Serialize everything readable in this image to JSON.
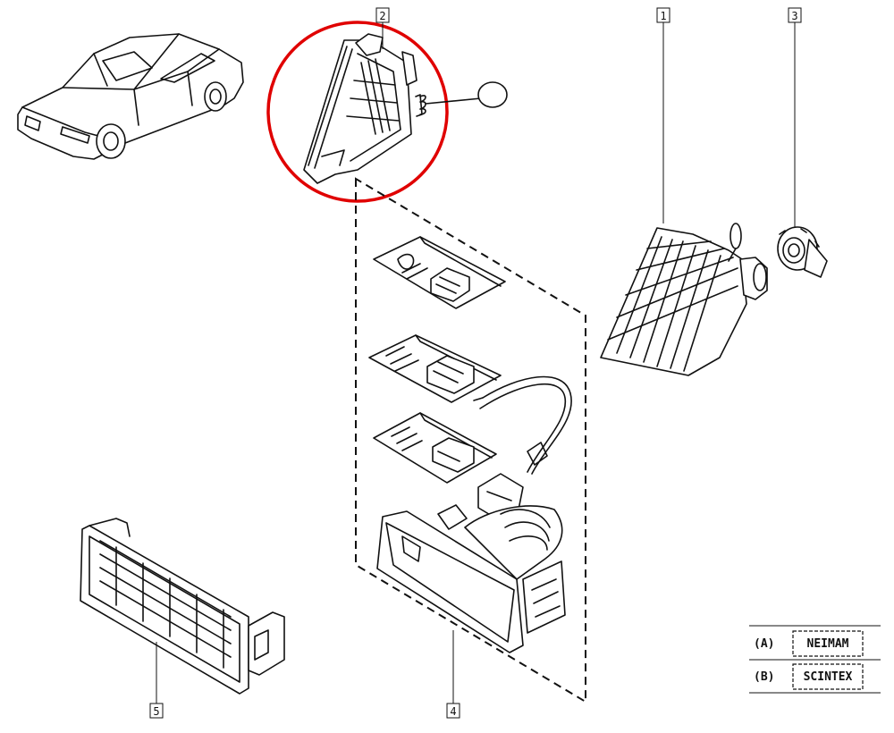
{
  "callouts": [
    {
      "id": "1"
    },
    {
      "id": "2"
    },
    {
      "id": "3"
    },
    {
      "id": "4"
    },
    {
      "id": "5"
    }
  ],
  "legend": [
    {
      "key": "(A)",
      "value": "NEIMAM"
    },
    {
      "key": "(B)",
      "value": "SCINTEX"
    }
  ],
  "colors": {
    "highlight": "#e00000",
    "line": "#111111"
  }
}
